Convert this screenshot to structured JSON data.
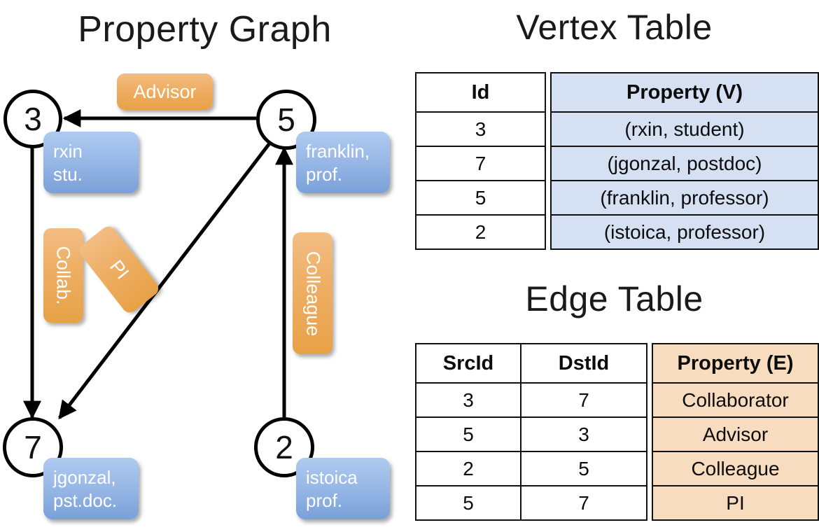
{
  "titles": {
    "property_graph": "Property Graph",
    "vertex_table": "Vertex Table",
    "edge_table": "Edge Table"
  },
  "colors": {
    "vertex_box_fill": "#9cbbe8",
    "edge_box_fill": "#eeae63",
    "vertex_table_cell": "#d5e1f3",
    "edge_table_cell": "#f8dcc0",
    "node_stroke": "#000000",
    "background": "#ffffff"
  },
  "graph": {
    "nodes": [
      {
        "id": "3",
        "property_line1": "rxin",
        "property_line2": "stu."
      },
      {
        "id": "5",
        "property_line1": "franklin,",
        "property_line2": "prof."
      },
      {
        "id": "7",
        "property_line1": "jgonzal,",
        "property_line2": "pst.doc."
      },
      {
        "id": "2",
        "property_line1": "istoica",
        "property_line2": "prof."
      }
    ],
    "edge_labels": [
      {
        "label": "Advisor",
        "orientation": "horizontal"
      },
      {
        "label": "Collab.",
        "orientation": "vertical"
      },
      {
        "label": "PI",
        "orientation": "diagonal"
      },
      {
        "label": "Colleague",
        "orientation": "vertical"
      }
    ],
    "edges": [
      {
        "src": "5",
        "dst": "3",
        "label": "Advisor"
      },
      {
        "src": "3",
        "dst": "7",
        "label": "Collab."
      },
      {
        "src": "5",
        "dst": "7",
        "label": "PI"
      },
      {
        "src": "2",
        "dst": "5",
        "label": "Colleague"
      }
    ]
  },
  "vertex_table": {
    "headers": [
      "Id",
      "Property (V)"
    ],
    "rows": [
      {
        "id": "3",
        "property": "(rxin, student)"
      },
      {
        "id": "7",
        "property": "(jgonzal, postdoc)"
      },
      {
        "id": "5",
        "property": "(franklin, professor)"
      },
      {
        "id": "2",
        "property": "(istoica, professor)"
      }
    ]
  },
  "edge_table": {
    "headers": [
      "SrcId",
      "DstId",
      "Property (E)"
    ],
    "rows": [
      {
        "src": "3",
        "dst": "7",
        "property": "Collaborator"
      },
      {
        "src": "5",
        "dst": "3",
        "property": "Advisor"
      },
      {
        "src": "2",
        "dst": "5",
        "property": "Colleague"
      },
      {
        "src": "5",
        "dst": "7",
        "property": "PI"
      }
    ]
  }
}
